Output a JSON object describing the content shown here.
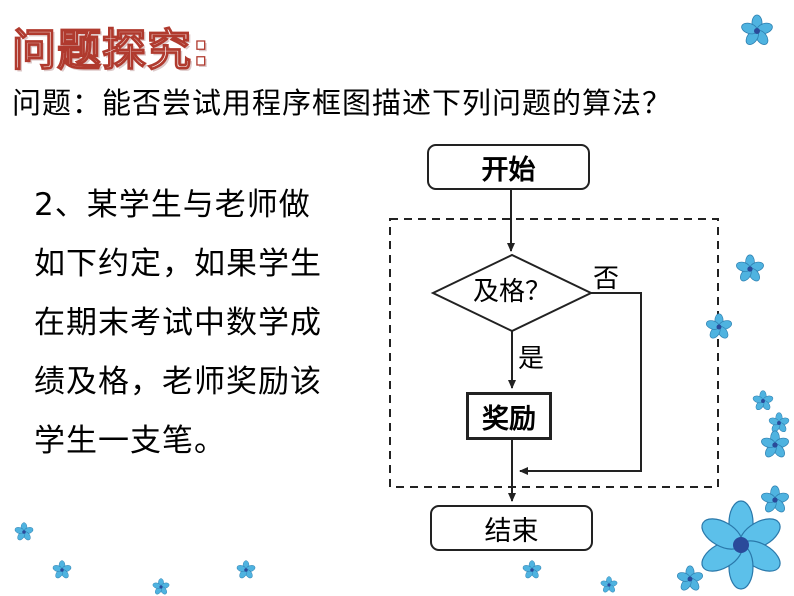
{
  "slide": {
    "title": "问题探究:",
    "question": "问题：能否尝试用程序框图描述下列问题的算法？",
    "problem_lines": [
      "2、某学生与老师做",
      "如下约定，如果学生",
      "在期末考试中数学成",
      "绩及格，老师奖励该",
      "学生一支笔。"
    ]
  },
  "flowchart": {
    "start": "开始",
    "condition": "及格？",
    "no_label": "否",
    "yes_label": "是",
    "action": "奖励",
    "end": "结束"
  },
  "colors": {
    "title_outline": "#b03a2e",
    "flower": "#4fb3e0",
    "flower_center": "#2a4a9a"
  }
}
